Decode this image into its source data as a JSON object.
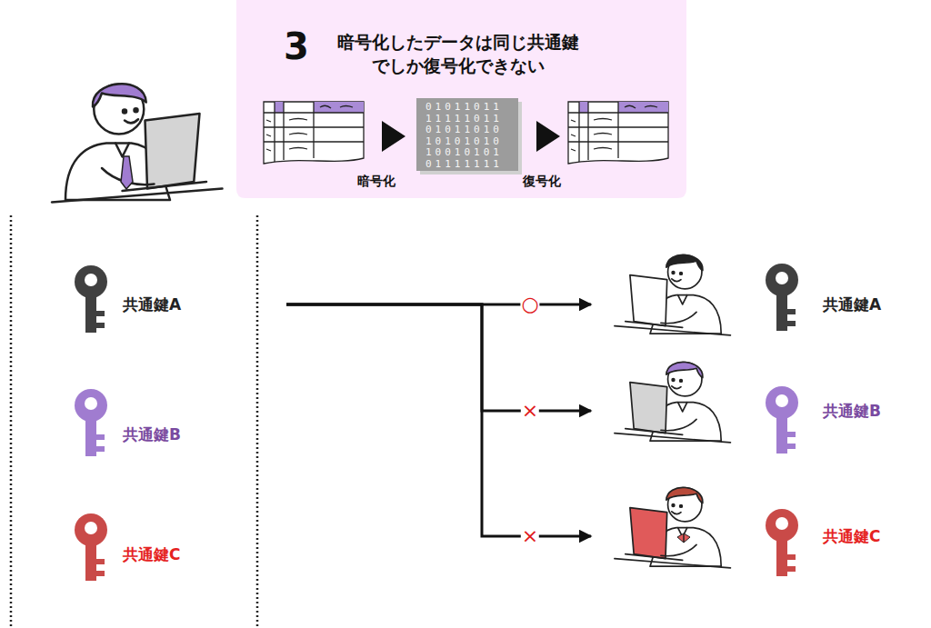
{
  "diagram": {
    "nodes": [
      {
        "text": [
          "3",
          "暗号化したデータは同じ共通鍵でしか復号化できない",
          "暗号化",
          "復号化"
        ]
      },
      {
        "text": [
          "共通鍵A"
        ]
      },
      {
        "text": [
          "共通鍵B"
        ]
      },
      {
        "text": [
          "共通鍵C"
        ]
      },
      {
        "text": [
          "共通鍵A"
        ]
      },
      {
        "text": [
          "共通鍵B"
        ]
      },
      {
        "text": [
          "共通鍵C"
        ]
      }
    ],
    "edges": [
      {
        "from": 1,
        "to": 4,
        "arrow": "to",
        "label": "○"
      },
      {
        "from": 1,
        "to": 5,
        "arrow": "to",
        "label": "×"
      },
      {
        "from": 1,
        "to": 6,
        "arrow": "to",
        "label": "×"
      }
    ],
    "labels": [
      "01011011",
      "11111011",
      "01011010",
      "10101010",
      "10010101",
      "01111111"
    ]
  }
}
